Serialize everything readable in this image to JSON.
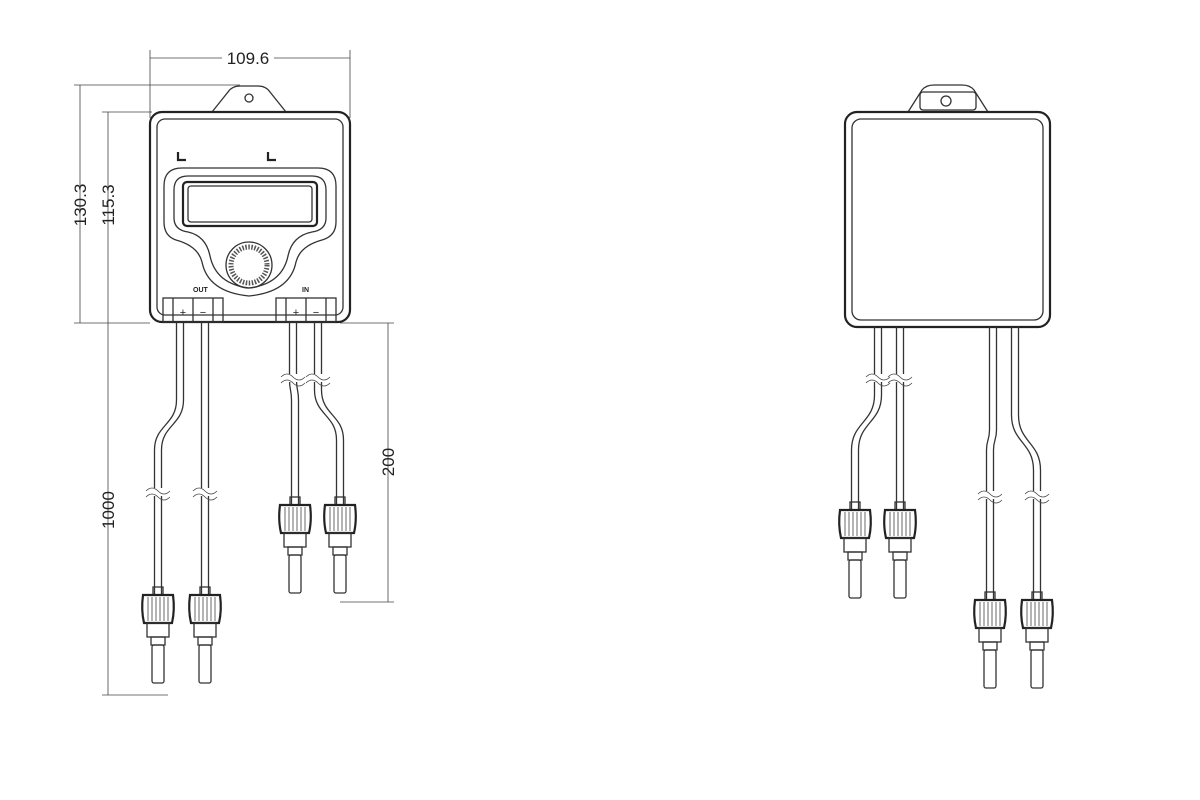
{
  "dimensions": {
    "width": "109.6",
    "total_height": "130.3",
    "body_height": "115.3",
    "output_cable_length": "1000",
    "input_cable_length": "200"
  },
  "terminals": {
    "out_label": "OUT",
    "in_label": "IN",
    "plus": "+",
    "minus": "−"
  }
}
